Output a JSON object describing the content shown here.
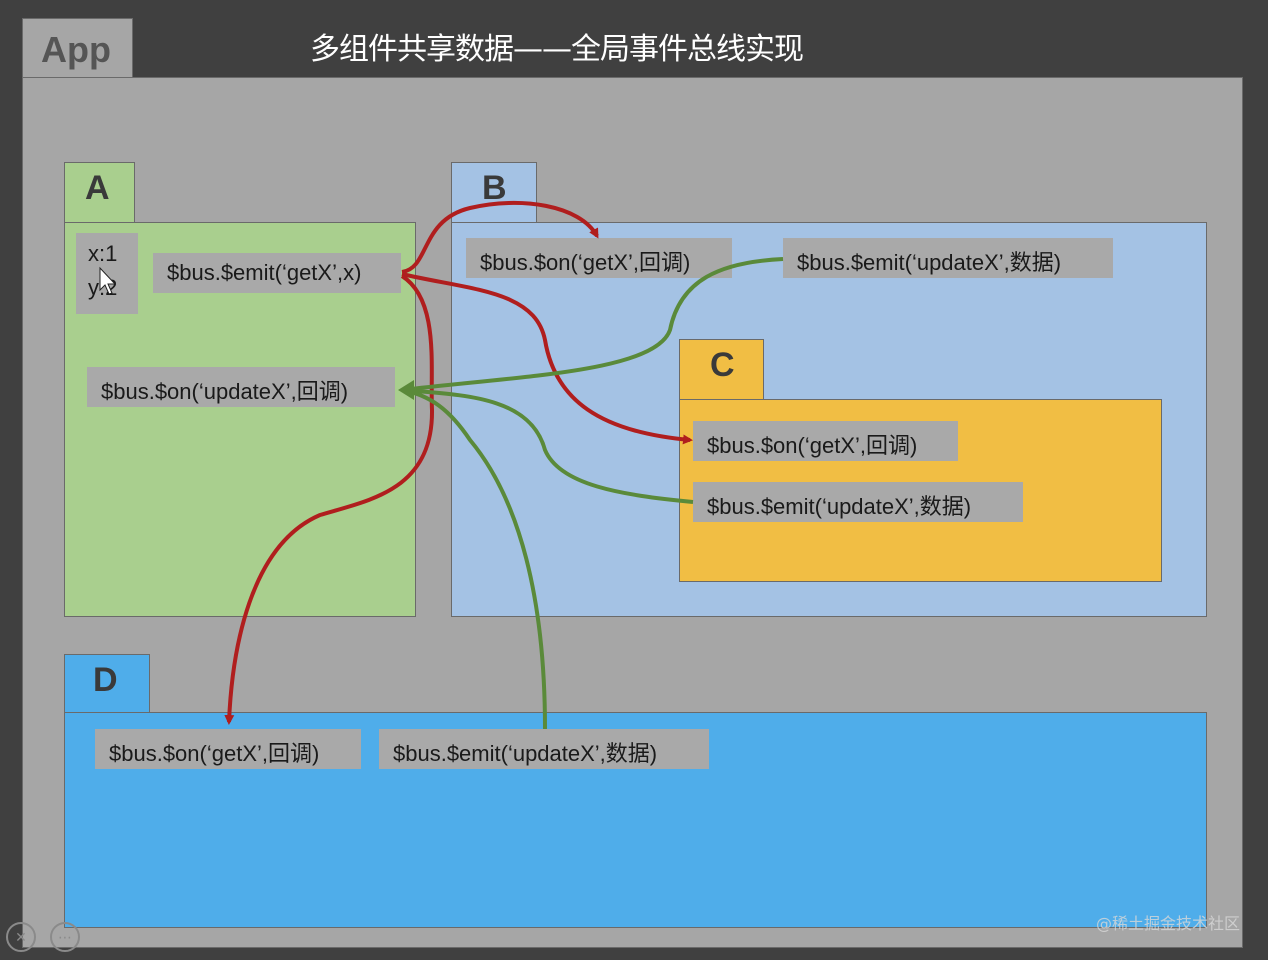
{
  "title": "多组件共享数据——全局事件总线实现",
  "colors": {
    "app_bg": "#a6a6a6",
    "a_bg": "#a9cf8e",
    "b_bg": "#a4c2e4",
    "c_bg": "#f1be44",
    "d_bg": "#4fadea",
    "emit_arrow": "#b01e1e",
    "on_arrow": "#5a8a3a"
  },
  "app": {
    "label": "App"
  },
  "component_a": {
    "label": "A",
    "x_value": "x:1",
    "y_value": "y:2",
    "emit_getx": "$bus.$emit(‘getX’,x)",
    "on_updatex": "$bus.$on(‘updateX’,回调)"
  },
  "component_b": {
    "label": "B",
    "on_getx": "$bus.$on(‘getX’,回调)",
    "emit_updatex": "$bus.$emit(‘updateX’,数据)"
  },
  "component_c": {
    "label": "C",
    "on_getx": "$bus.$on(‘getX’,回调)",
    "emit_updatex": "$bus.$emit(‘updateX’,数据)"
  },
  "component_d": {
    "label": "D",
    "on_getx": "$bus.$on(‘getX’,回调)",
    "emit_updatex": "$bus.$emit(‘updateX’,数据)"
  },
  "watermark": "@稀土掘金技术社区",
  "icons": [
    "cursor-icon",
    "corner-logo-icon",
    "more-icon"
  ]
}
